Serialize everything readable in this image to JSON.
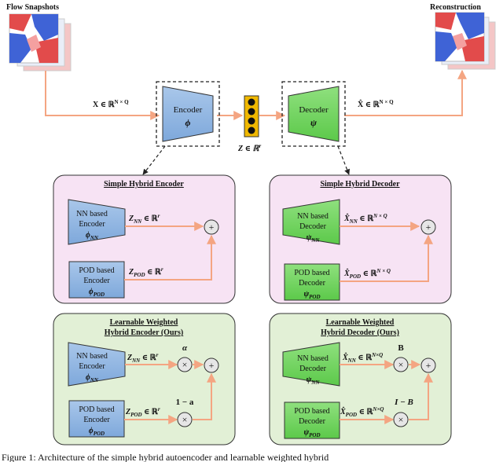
{
  "top": {
    "flow_snapshots": "Flow Snapshots",
    "reconstruction": "Reconstruction",
    "x_label": "X ∈ ℝ",
    "x_sup": "N × Q",
    "xhat_label": "X̂ ∈ ℝ",
    "xhat_sup": "N × Q",
    "encoder": "Encoder",
    "encoder_sym": "ϕ",
    "decoder": "Decoder",
    "decoder_sym": "ψ",
    "z_label": "Z ∈ ℝ",
    "z_sup": "r"
  },
  "simple_encoder": {
    "title": "Simple Hybrid Encoder",
    "nn_line1": "NN based",
    "nn_line2": "Encoder",
    "nn_sym": "ϕ",
    "nn_sub": "NN",
    "pod_line1": "POD based",
    "pod_line2": "Encoder",
    "pod_sym": "ϕ",
    "pod_sub": "POD",
    "z_nn": "Z",
    "z_nn_sub": "NN",
    "z_nn_rest": " ∈ ℝ",
    "z_nn_sup": "r",
    "z_pod": "Z",
    "z_pod_sub": "POD",
    "z_pod_rest": " ∈ ℝ",
    "z_pod_sup": "r",
    "plus": "+"
  },
  "simple_decoder": {
    "title": "Simple Hybrid Decoder",
    "nn_line1": "NN based",
    "nn_line2": "Decoder",
    "nn_sym": "ψ",
    "nn_sub": "NN",
    "pod_line1": "POD based",
    "pod_line2": "Decoder",
    "pod_sym": "ψ",
    "pod_sub": "POD",
    "x_nn": "X̂",
    "x_nn_sub": "NN",
    "x_nn_rest": " ∈ ℝ",
    "x_nn_sup": "N × Q",
    "x_pod": "X̂",
    "x_pod_sub": "POD",
    "x_pod_rest": " ∈ ℝ",
    "x_pod_sup": "N × Q",
    "plus": "+"
  },
  "weighted_encoder": {
    "title_line1": "Learnable Weighted",
    "title_line2": "Hybrid Encoder (Ours)",
    "nn_line1": "NN based",
    "nn_line2": "Encoder",
    "nn_sym": "ϕ",
    "nn_sub": "NN",
    "pod_line1": "POD based",
    "pod_line2": "Encoder",
    "pod_sym": "ϕ",
    "pod_sub": "POD",
    "z_nn": "Z",
    "z_nn_sub": "NN",
    "z_nn_rest": " ∈ ℝ",
    "z_nn_sup": "r",
    "z_pod": "Z",
    "z_pod_sub": "POD",
    "z_pod_rest": " ∈ ℝ",
    "z_pod_sup": "r",
    "alpha": "α",
    "one_minus_alpha": "1 − a",
    "times": "×",
    "plus": "+"
  },
  "weighted_decoder": {
    "title_line1": "Learnable Weighted",
    "title_line2": "Hybrid Decoder (Ours)",
    "nn_line1": "NN based",
    "nn_line2": "Decoder",
    "nn_sym": "ψ",
    "nn_sub": "NN",
    "pod_line1": "POD based",
    "pod_line2": "Decoder",
    "pod_sym": "ψ",
    "pod_sub": "POD",
    "x_nn": "X̂",
    "x_nn_sub": "NN",
    "x_nn_rest": " ∈ ℝ",
    "x_nn_sup": "N×Q",
    "x_pod": "X̂",
    "x_pod_sub": "POD",
    "x_pod_rest": " ∈ ℝ",
    "x_pod_sup": "N×Q",
    "beta": "B",
    "i_minus_beta": "I − B",
    "times": "×",
    "plus": "+"
  },
  "caption": "Figure 1: Architecture of the simple hybrid autoencoder and learnable weighted hybrid"
}
